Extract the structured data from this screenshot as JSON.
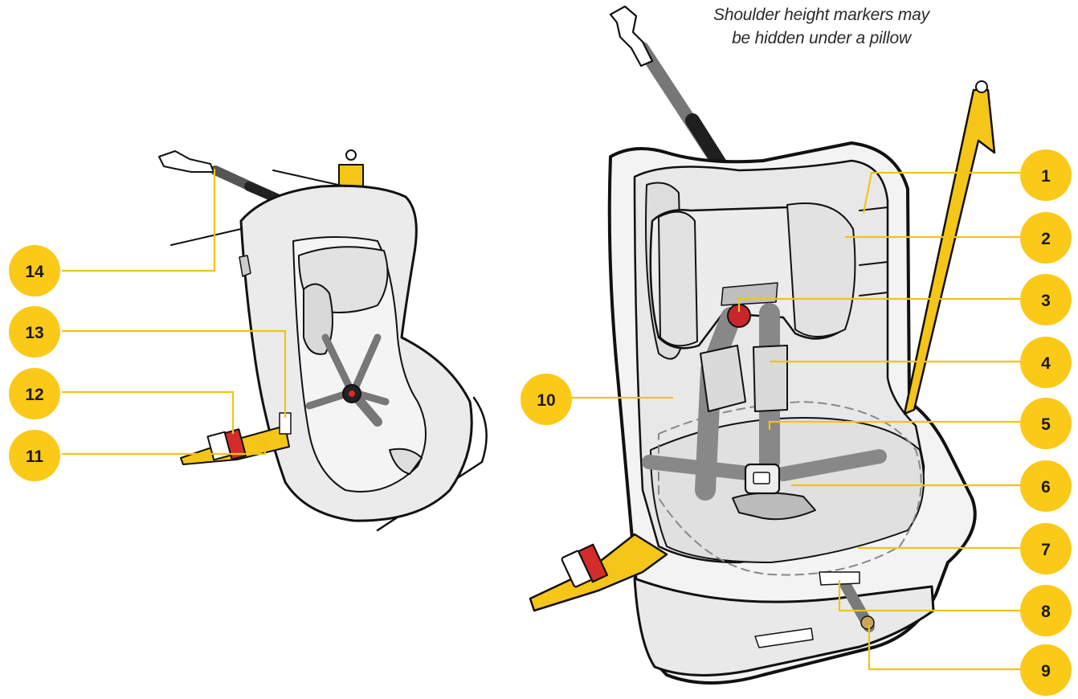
{
  "note": {
    "line1": "Shoulder height markers may",
    "line2": "be hidden under a pillow"
  },
  "callouts": [
    {
      "id": "1",
      "label": "1"
    },
    {
      "id": "2",
      "label": "2"
    },
    {
      "id": "3",
      "label": "3"
    },
    {
      "id": "4",
      "label": "4"
    },
    {
      "id": "5",
      "label": "5"
    },
    {
      "id": "6",
      "label": "6"
    },
    {
      "id": "7",
      "label": "7"
    },
    {
      "id": "8",
      "label": "8"
    },
    {
      "id": "9",
      "label": "9"
    },
    {
      "id": "10",
      "label": "10"
    },
    {
      "id": "11",
      "label": "11"
    },
    {
      "id": "12",
      "label": "12"
    },
    {
      "id": "13",
      "label": "13"
    },
    {
      "id": "14",
      "label": "14"
    }
  ],
  "colors": {
    "badge": "#fbc918",
    "strap_yellow": "#f5c518",
    "harness_gray": "#8b8b8b",
    "buckle_red": "#d42b2b",
    "outline": "#111111",
    "fabric_light": "#ececec",
    "fabric_mid": "#dcdcdc"
  }
}
